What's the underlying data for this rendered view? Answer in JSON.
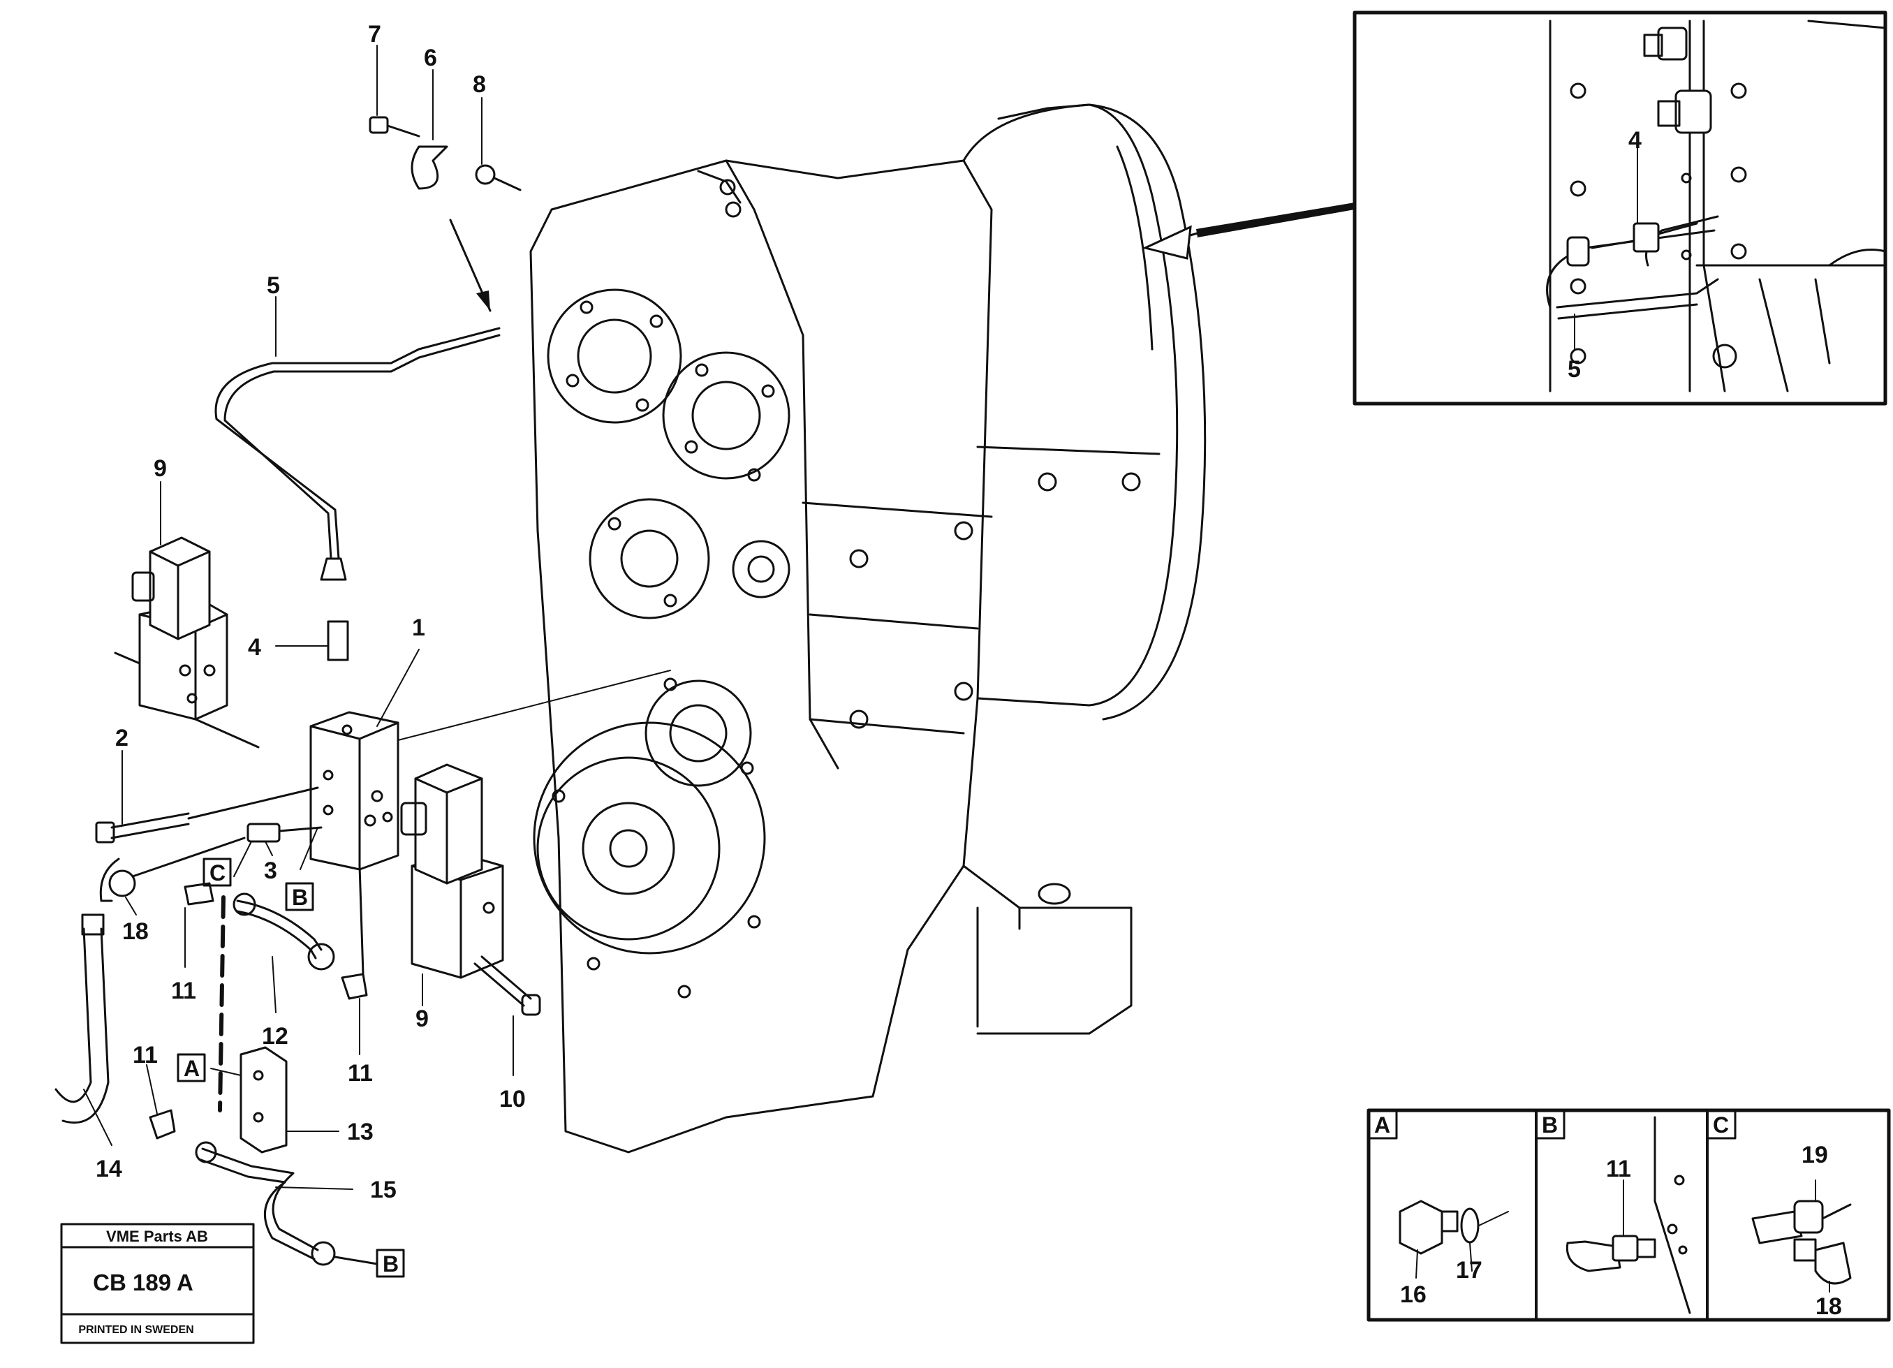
{
  "callouts": {
    "c7": "7",
    "c6": "6",
    "c8": "8",
    "c5": "5",
    "c9a": "9",
    "c4": "4",
    "c1": "1",
    "c2": "2",
    "c3": "3",
    "cB1": "B",
    "cC": "C",
    "c18": "18",
    "c11a": "11",
    "c12": "12",
    "c11b": "11",
    "c9b": "9",
    "c10": "10",
    "c11c": "11",
    "cA": "A",
    "c13": "13",
    "c14": "14",
    "c15": "15",
    "cB2": "B"
  },
  "inset_top": {
    "label_4": "4",
    "label_5": "5"
  },
  "details": {
    "A": {
      "letter": "A",
      "labels": [
        "16",
        "17"
      ]
    },
    "B": {
      "letter": "B",
      "labels": [
        "11"
      ]
    },
    "C": {
      "letter": "C",
      "labels": [
        "19",
        "18"
      ]
    }
  },
  "stamp": {
    "company": "VME Parts AB",
    "code": "CB 189 A",
    "printed": "PRINTED IN SWEDEN"
  }
}
